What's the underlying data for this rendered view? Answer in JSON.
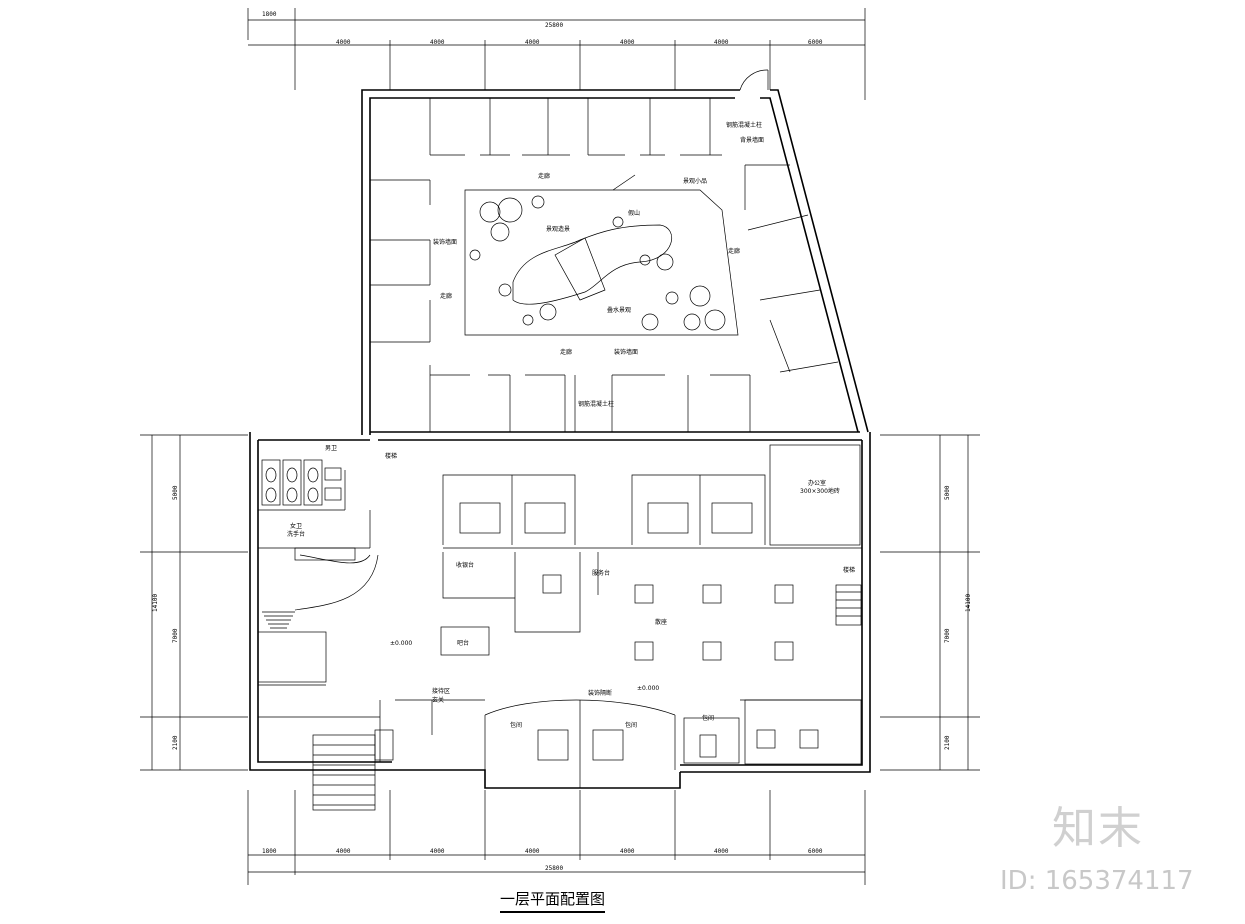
{
  "drawing": {
    "title": "一层平面配置图",
    "watermark_logo": "知末",
    "watermark_id": "ID: 165374117"
  },
  "dimensions": {
    "top_offset": "1800",
    "top_total": "25800",
    "top_segments": [
      "4000",
      "4000",
      "4000",
      "4000",
      "4000",
      "6000"
    ],
    "bottom_offset": "1800",
    "bottom_total": "25800",
    "bottom_segments": [
      "4000",
      "4000",
      "4000",
      "4000",
      "4000",
      "6000"
    ],
    "left_segments": [
      "5000",
      "7000",
      "2100"
    ],
    "left_total": "14100",
    "right_segments": [
      "5000",
      "7000",
      "2100"
    ],
    "right_total": "14100"
  },
  "room_labels": {
    "top_right": "钢筋混凝土柱",
    "top_right_2": "背景墙面",
    "corridor_top": "走廊",
    "garden_1": "景观小品",
    "garden_2": "假山",
    "garden_3": "景观造景",
    "garden_4": "叠水景观",
    "left_1": "装饰墙面",
    "left_2": "走廊",
    "right_1": "走廊",
    "bottom_1": "走廊",
    "bottom_2": "装饰墙面",
    "bottom_3": "钢筋混凝土柱",
    "wc_1": "男卫",
    "wc_2": "女卫",
    "wc_3": "洗手台",
    "stair_label": "楼梯",
    "office_right": "办公室",
    "office_right_2": "300×300地砖",
    "left_mid_1": "收银台",
    "left_mid_2": "吧台",
    "mid_1": "服务台",
    "mid_2": "散座",
    "right_mid": "楼梯",
    "level_mark": "±0.000",
    "bottom_left": "接待区",
    "bottom_left_2": "玄关",
    "vip_1": "包间",
    "vip_2": "包间",
    "bottom_center": "装饰隔断",
    "bottom_right": "包间",
    "level_mark_2": "±0.000"
  }
}
